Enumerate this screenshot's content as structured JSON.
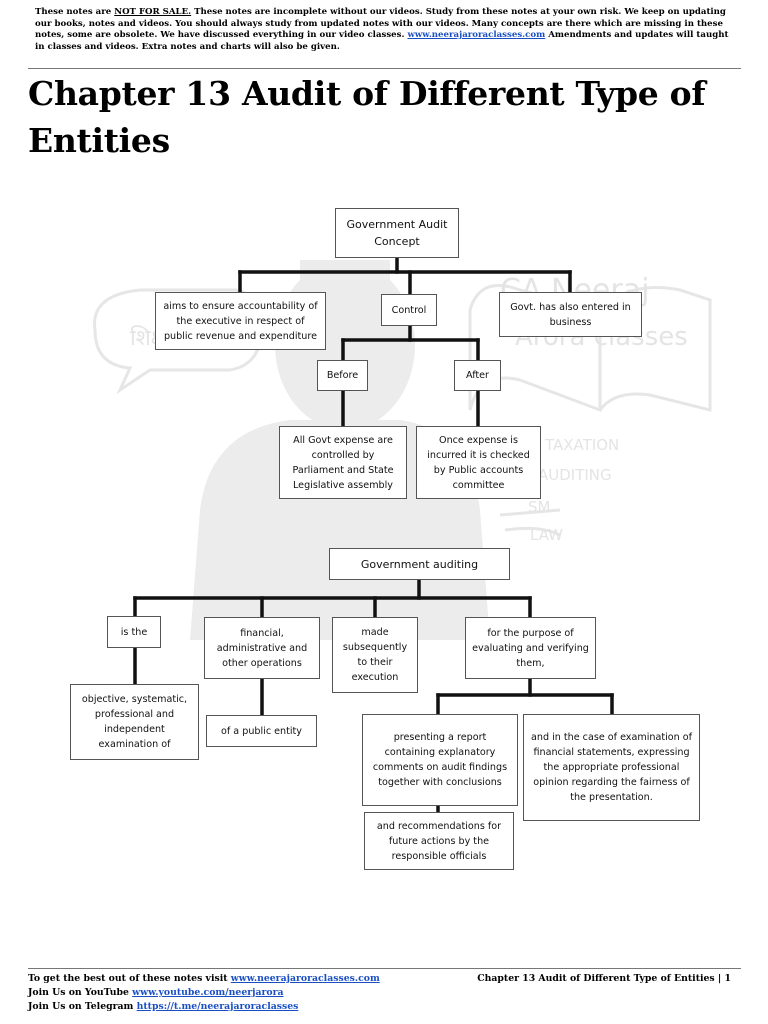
{
  "notice": {
    "p1": "These notes are ",
    "not_for_sale": "NOT FOR SALE.",
    "p2": " These notes are incomplete without our videos. Study from these notes at your own risk. We keep on updating our books, notes and videos. You should always study from updated notes with our videos. Many concepts are there which are missing in these notes, some are obsolete. We have discussed everything in our video classes. ",
    "link": "www.neerajaroraclasses.com",
    "p3": " Amendments and updates will taught in classes and videos. Extra notes and charts will also be given."
  },
  "title": "Chapter 13 Audit of Different Type of Entities",
  "watermark": {
    "brand": "CA Neeraj Arora classes",
    "speech": "शिक्षा सही !",
    "subjects": [
      "TAXATION",
      "AUDITING",
      "SM",
      "LAW"
    ]
  },
  "diagram1": {
    "root": "Government Audit Concept",
    "left": "aims to ensure accountability of the executive in respect of public revenue and expenditure",
    "middle": "Control",
    "right": "Govt. has also entered in business",
    "before": "Before",
    "after": "After",
    "before_detail": "All Govt expense are controlled by Parliament and State Legislative assembly",
    "after_detail": "Once expense is incurred it is checked by Public accounts committee"
  },
  "diagram2": {
    "root": "Government auditing",
    "is_the": "is the",
    "ops": "financial, administrative and other operations",
    "made": "made subsequently to their execution",
    "purpose": "for the purpose of evaluating and verifying them,",
    "objective": "objective, systematic, professional and independent examination of",
    "public_entity": "of a public entity",
    "report": "presenting a report containing explanatory comments on audit findings together with conclusions",
    "recommendations": "and recommendations for future actions by the responsible officials",
    "financial_statements": "and in the case of examination of financial statements, expressing the appropriate professional opinion regarding the fairness of the presentation."
  },
  "footer": {
    "line1_text": "To get the best out of these notes visit ",
    "line1_link": "www.neerajaroraclasses.com",
    "line2_text": "Join Us on YouTube ",
    "line2_link": "www.youtube.com/neerjarora",
    "line3_text": "Join Us on Telegram ",
    "line3_link": "https://t.me/neerajaroraclasses",
    "right": "Chapter 13 Audit of Different Type of Entities |  1"
  }
}
